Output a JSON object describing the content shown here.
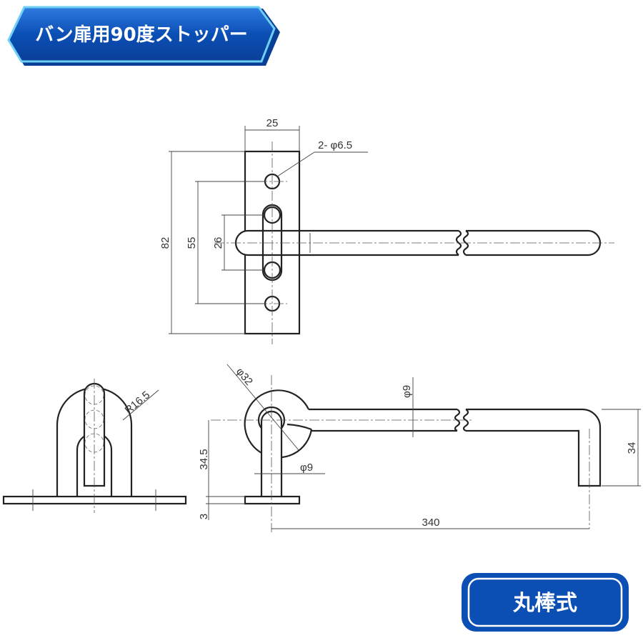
{
  "header": {
    "title": "バン扉用90度ストッパー"
  },
  "type_button": {
    "label": "丸棒式"
  },
  "colors": {
    "brand_blue": "#0b4fb5",
    "banner_edge": "#5fc4f0"
  },
  "dimensions": {
    "plate_width": "25",
    "hole_spec": "2- φ6.5",
    "plate_height": "82",
    "hole_pitch": "55",
    "slot_pitch": "26",
    "arch_radius": "R16.5",
    "hook_diameter": "φ32",
    "rod_diameter_top": "φ9",
    "rod_diameter_post": "φ9",
    "post_height": "34.5",
    "base_thickness": "3",
    "hook_drop": "34",
    "rod_length": "340"
  }
}
